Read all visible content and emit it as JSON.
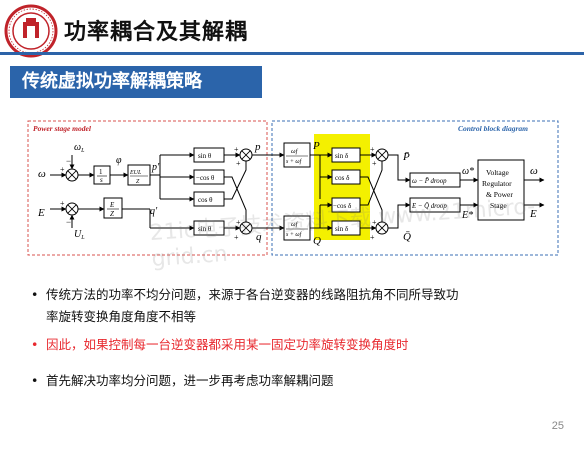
{
  "header": {
    "title": "功率耦合及其解耦",
    "banner": "传统虚拟功率解耦策略"
  },
  "diagram": {
    "left_panel_label": "Power stage model",
    "right_panel_label": "Control block diagram",
    "signals": {
      "omega": "ω",
      "omega_L": "ω",
      "omega_L_sub": "L",
      "E": "E",
      "U_L": "U",
      "U_L_sub": "L",
      "phi": "φ",
      "p_prime": "p′",
      "q_prime": "q′",
      "p": "p",
      "q": "q",
      "P": "P",
      "Q": "Q",
      "P_bar": "P̄",
      "Q_bar": "Q̄",
      "omega_star": "ω*",
      "E_star": "E*",
      "omega_out": "ω",
      "E_out": "E"
    },
    "blocks": {
      "integrator_num": "1",
      "integrator_den": "s",
      "eu_num": "EUL",
      "eu_den": "Z",
      "e_num": "E",
      "e_den": "Z",
      "sin_theta": "sin θ",
      "neg_cos_theta": "−cos θ",
      "cos_theta": "cos θ",
      "filter_num": "ωf",
      "filter_den": "s + ωf",
      "sin_delta": "sin δ",
      "cos_delta": "cos δ",
      "neg_cos_delta": "−cos δ",
      "droop_p": "ω − P̄ droop",
      "droop_q": "E − Q̄ droop",
      "vr_line1": "Voltage",
      "vr_line2": "Regulator",
      "vr_line3": "& Power",
      "vr_line4": "Stage"
    },
    "signs": {
      "plus": "+",
      "minus": "−"
    }
  },
  "bullets": [
    {
      "text_line1": "传统方法的功率不均分问题，来源于各台逆变器的线路阻抗角不同所导致功",
      "text_line2": "率旋转变换角度角度不相等",
      "color": "#111111"
    },
    {
      "text_line1": "因此，如果控制每一台逆变器都采用某一固定功率旋转变换角度时",
      "color": "#e8282e"
    },
    {
      "text_line1": "首先解决功率均分问题，进一步再考虑功率解耦问题",
      "color": "#111111"
    }
  ],
  "page_number": "25",
  "watermark": "21ic电子技术资料下载 www.21micro-grid.cn",
  "colors": {
    "accent": "#2b64aa",
    "highlight": "#f4f000",
    "left_frame": "#d9534f",
    "right_frame": "#3b6fb6"
  }
}
